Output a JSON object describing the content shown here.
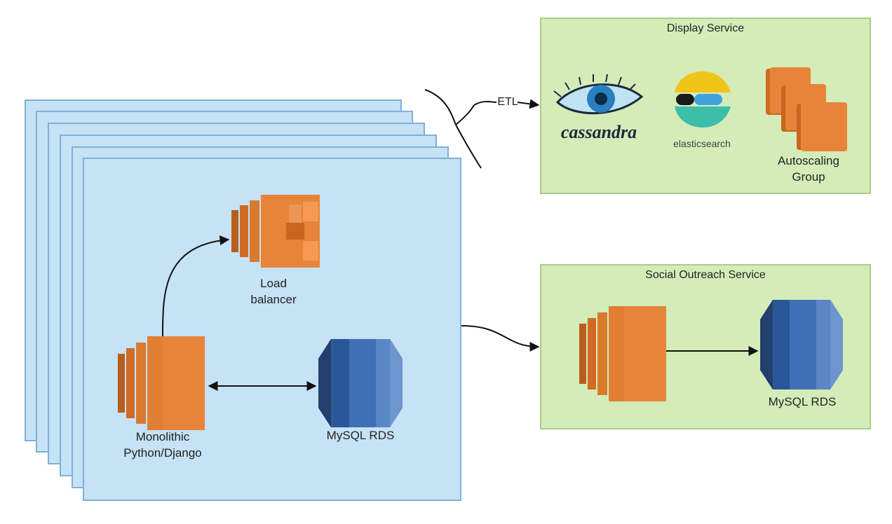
{
  "main_stack": {
    "load_balancer": [
      "Load",
      "balancer"
    ],
    "app": [
      "Monolithic",
      "Python/Django"
    ],
    "db": "MySQL RDS"
  },
  "display_service": {
    "title": "Display Service",
    "etl": "ETL",
    "cassandra": "cassandra",
    "elasticsearch": "elasticsearch",
    "autoscaling": [
      "Autoscaling",
      "Group"
    ]
  },
  "social_service": {
    "title": "Social Outreach Service",
    "db": "MySQL RDS"
  },
  "colors": {
    "stack_fill": "#c6e2f5",
    "service_fill": "#d4ecb8",
    "ec2_orange": "#e8843a",
    "rds_blue": "#3f6fb5"
  }
}
